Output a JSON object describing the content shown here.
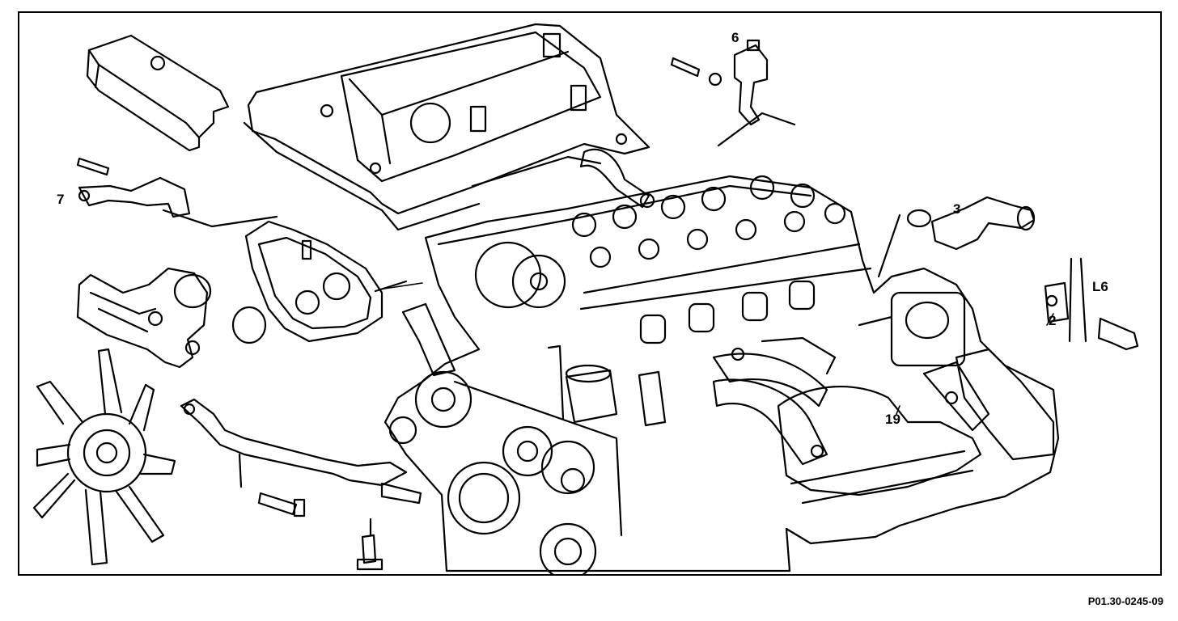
{
  "callouts": {
    "c7": "7",
    "c6": "6",
    "c3": "3",
    "cL6": "L6",
    "c2": "2",
    "c19": "19"
  },
  "figure_code": "P01.30-0245-09",
  "colors": {
    "line": "#000000",
    "background": "#ffffff"
  }
}
